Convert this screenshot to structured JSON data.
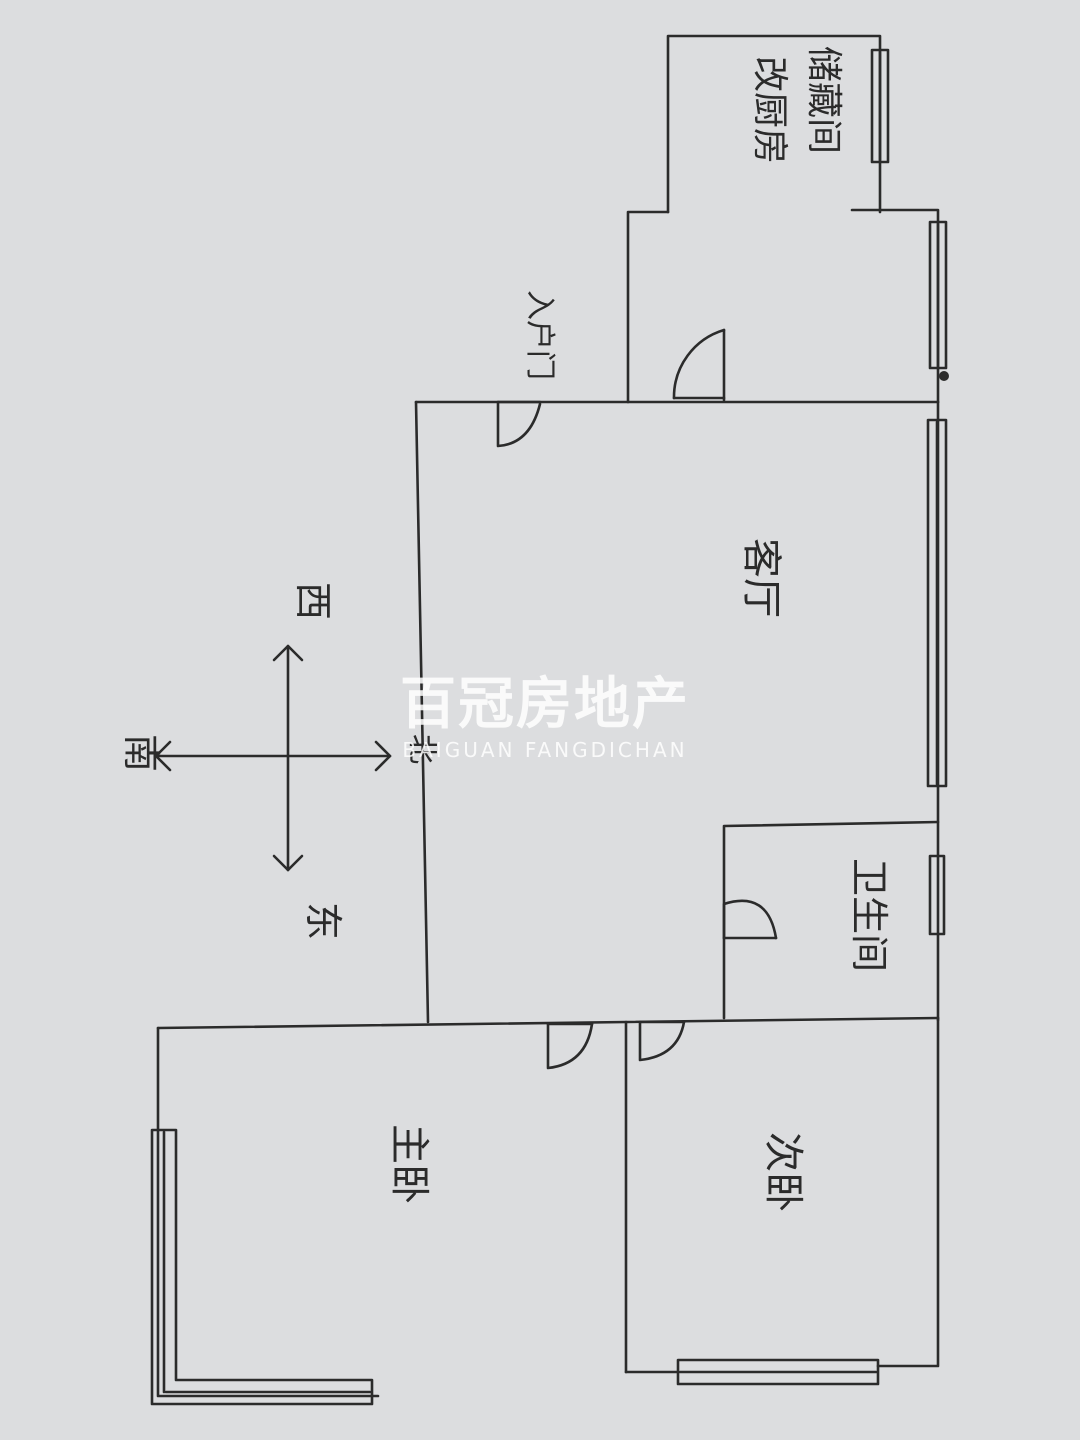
{
  "rooms": {
    "storage_kitchen_line1": "储藏间",
    "storage_kitchen_line2": "改厨房",
    "entrance_door": "入户门",
    "living_room": "客厅",
    "bathroom": "卫生间",
    "master_bedroom": "主卧",
    "second_bedroom": "次卧"
  },
  "compass": {
    "west": "西",
    "east": "东",
    "north": "北",
    "south": "南"
  },
  "watermark": {
    "brand_cn": "百冠房地产",
    "brand_en": "BAIGUAN FANGDICHAN"
  },
  "colors": {
    "paper": "#dcdddf",
    "ink": "#2b2b2b",
    "watermark": "#ffffff"
  }
}
